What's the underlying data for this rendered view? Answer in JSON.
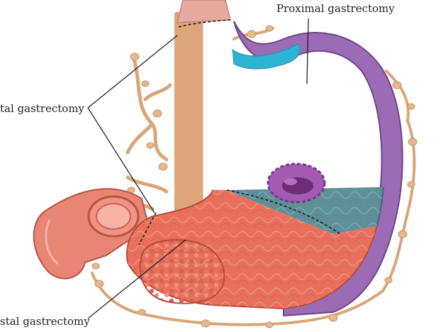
{
  "labels": {
    "proximal": "Proximal gastrectomy",
    "total": "tal gastrectomy",
    "distal": "stal gastrectomy"
  },
  "colors": {
    "proximal_region": "#5f8f98",
    "proximal_fold": "#7fb0b8",
    "distal_region": "#e8705c",
    "distal_fold": "#f29a86",
    "curvature_purple": "#9c6bb5",
    "tumor_purple": "#a45ab0",
    "tumor_pink": "#e08a7a",
    "vessel": "#d9a678",
    "fundus_cyan": "#2fb3d3",
    "duodenum": "#e07b6a"
  }
}
